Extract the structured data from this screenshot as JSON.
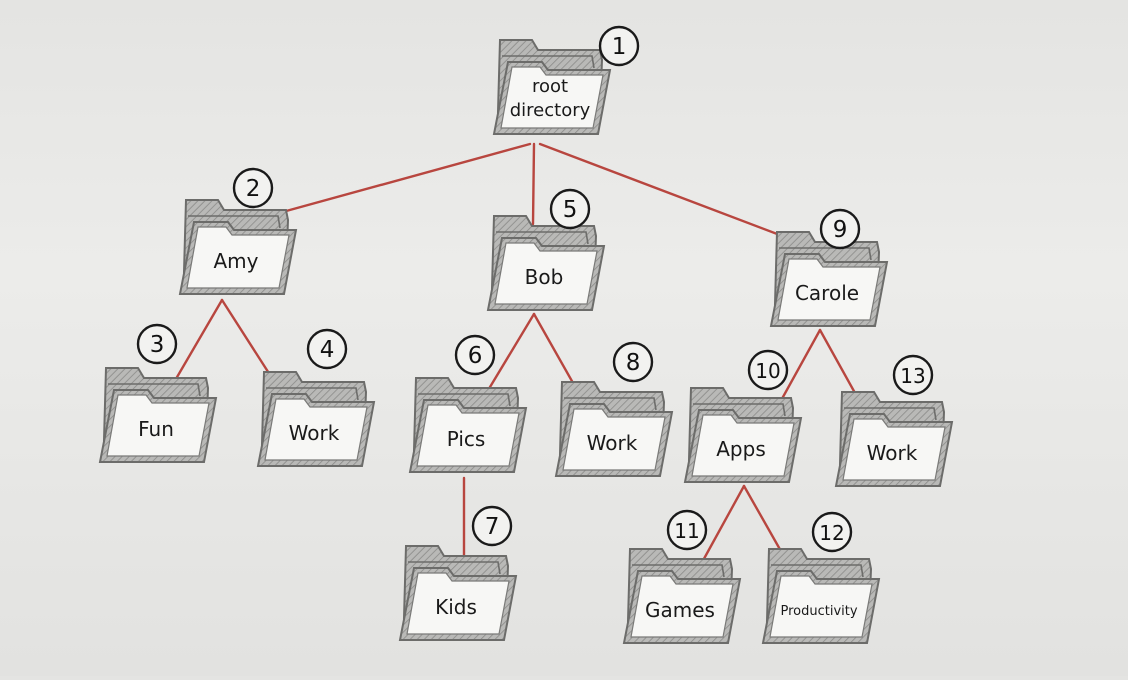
{
  "tree": {
    "nodes": [
      {
        "id": 1,
        "num": "1",
        "label": "root directory"
      },
      {
        "id": 2,
        "num": "2",
        "label": "Amy"
      },
      {
        "id": 3,
        "num": "3",
        "label": "Fun"
      },
      {
        "id": 4,
        "num": "4",
        "label": "Work"
      },
      {
        "id": 5,
        "num": "5",
        "label": "Bob"
      },
      {
        "id": 6,
        "num": "6",
        "label": "Pics"
      },
      {
        "id": 7,
        "num": "7",
        "label": "Kids"
      },
      {
        "id": 8,
        "num": "8",
        "label": "Work"
      },
      {
        "id": 9,
        "num": "9",
        "label": "Carole"
      },
      {
        "id": 10,
        "num": "10",
        "label": "Apps"
      },
      {
        "id": 11,
        "num": "11",
        "label": "Games"
      },
      {
        "id": 12,
        "num": "12",
        "label": "Productivity"
      },
      {
        "id": 13,
        "num": "13",
        "label": "Work"
      }
    ],
    "edges": [
      [
        1,
        2
      ],
      [
        1,
        5
      ],
      [
        1,
        9
      ],
      [
        2,
        3
      ],
      [
        2,
        4
      ],
      [
        5,
        6
      ],
      [
        5,
        8
      ],
      [
        6,
        7
      ],
      [
        9,
        10
      ],
      [
        9,
        13
      ],
      [
        10,
        11
      ],
      [
        10,
        12
      ]
    ],
    "edge_color": "#b8463f",
    "folder_icon": "folder-icon"
  }
}
